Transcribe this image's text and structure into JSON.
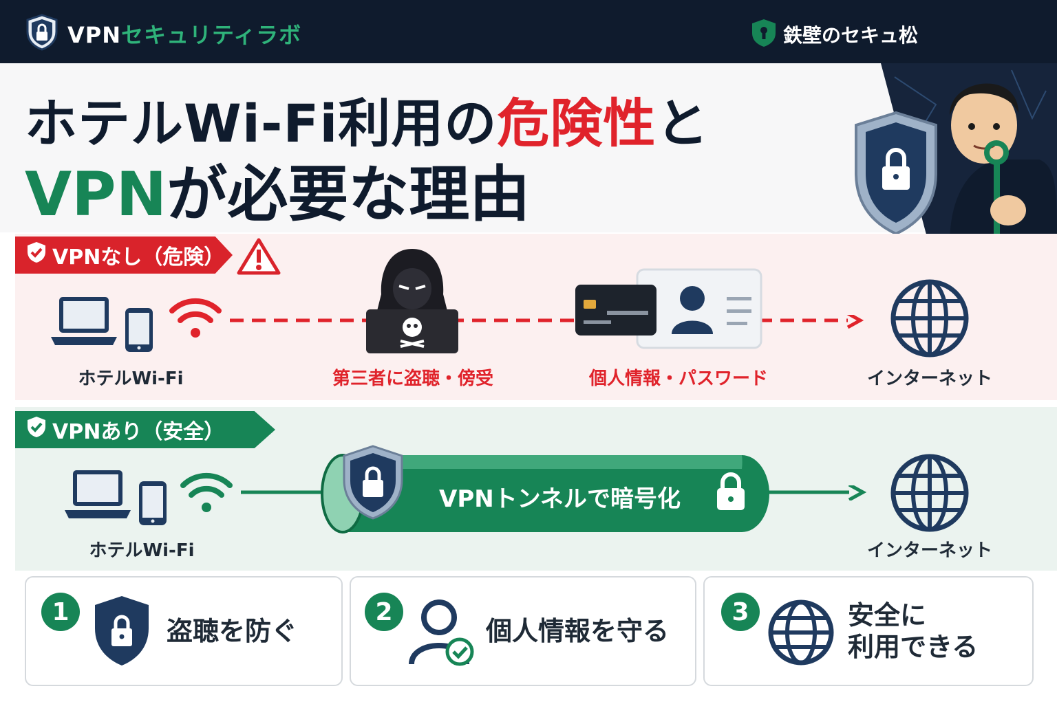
{
  "header": {
    "brand_prefix": "VPN",
    "brand_suffix": "セキュリティラボ",
    "author": "鉄壁のセキュ松"
  },
  "title": {
    "line1_a": "ホテルWi-Fi利用の",
    "line1_b": "危険性",
    "line1_c": "と",
    "line2_a": "VPN",
    "line2_b": "が必要な理由"
  },
  "danger": {
    "ribbon": "VPNなし（危険）",
    "wifi_label": "ホテルWi-Fi",
    "threat_label": "第三者に盗聴・傍受",
    "data_label": "個人情報・パスワード",
    "internet_label": "インターネット"
  },
  "safe": {
    "ribbon": "VPNあり（安全）",
    "wifi_label": "ホテルWi-Fi",
    "tunnel_label": "VPNトンネルで暗号化",
    "internet_label": "インターネット"
  },
  "benefits": [
    {
      "number": "1",
      "text": "盗聴を防ぐ",
      "icon": "shield-lock-icon"
    },
    {
      "number": "2",
      "text": "個人情報を守る",
      "icon": "user-check-icon"
    },
    {
      "number": "3",
      "text_line1": "安全に",
      "text_line2": "利用できる",
      "icon": "globe-icon"
    }
  ],
  "colors": {
    "navy": "#0f1b2d",
    "red": "#e0232b",
    "green": "#178556",
    "icon_blue": "#1f3a5f"
  }
}
